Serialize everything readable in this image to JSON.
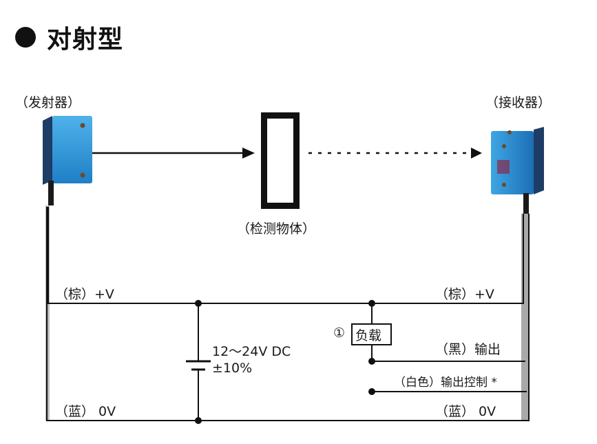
{
  "title": "对射型",
  "emitter_label": "（发射器）",
  "receiver_label": "（接收器）",
  "object_label": "（检测物体）",
  "left_brown": "（棕）+V",
  "left_blue": "（蓝） 0V",
  "right_brown": "（棕）+V",
  "right_black": "（黑）输出",
  "right_white": "（白色）输出控制 *",
  "right_blue": "（蓝） 0V",
  "supply_voltage": "12～24V DC",
  "supply_tolerance": "±10%",
  "load_number": "①",
  "load_label": "负载",
  "colors": {
    "sensor_blue": "#2a8fd4",
    "sensor_dark": "#1d3c66",
    "wire": "#111111",
    "cable_gray": "#9a9a9a"
  }
}
